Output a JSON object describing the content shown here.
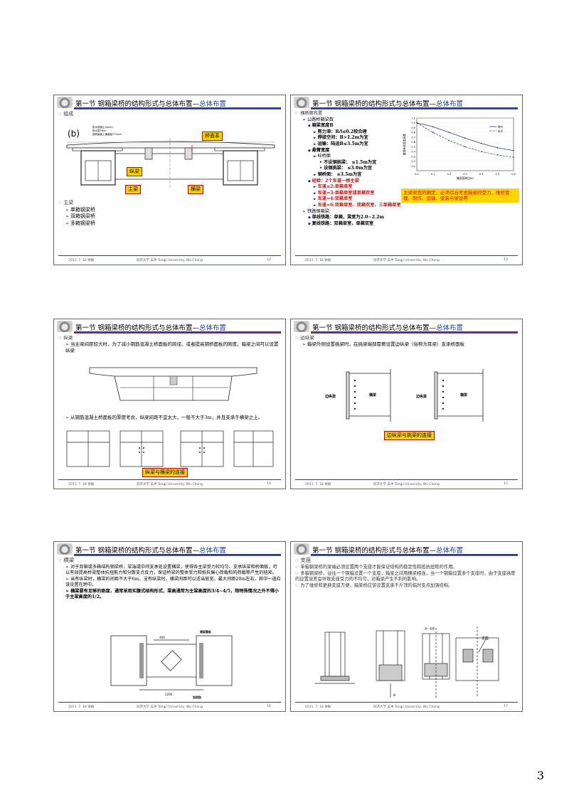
{
  "page_number": "3",
  "footer": {
    "date": "2011. 7. 18  徐振",
    "univ": "同济大学 吴冲 Tongji University, Wu Chong"
  },
  "header": {
    "title_black": "第一节  钢箱梁桥的结构形式与总体布置—",
    "title_blue": "总体布置"
  },
  "slides": [
    {
      "number": "12",
      "heading": "组成",
      "fig_label": "(b)",
      "fig_notes": [
        "防水混凝土40mm",
        "防水层5mm",
        "钢桥面板上铺装板370mm"
      ],
      "labels": {
        "deck": "桥面系",
        "stringer": "纵梁",
        "main": "主梁",
        "cross": "横梁"
      },
      "list_heading": "主梁",
      "list": [
        "单箱钢梁桥",
        "双箱钢梁桥",
        "多箱钢梁桥"
      ]
    },
    {
      "number": "13",
      "lines": {
        "l0": "横断面布置",
        "l1": "公路桥箱梁数",
        "l2": "箱梁宽度B",
        "l3a": "剪力滞：B/l≤0.2较合理",
        "l3b": "焊接空间：B>1.2m为宜",
        "l3c": "运输：陆运B≤3.5m为宜",
        "l2b": "悬臂宽度",
        "l3d": "砼桥面",
        "l4a": "不设钢挑梁：  ≤1.5m为宜",
        "l4b": "设钢挑梁：  ≤3.0m为宜",
        "l3e": "钢桥面：  ≤3.5m为宜",
        "l2c": "经验：2个车道一根主梁",
        "l3f": "车道≤2:单箱单室",
        "l3g": "车道=3:单箱单室或单箱双室",
        "l3h": "车道=4:双箱单室",
        "l3i": "车道=6:双箱单室、双箱双室、三单箱单室",
        "l1b": "铁路钢箱梁:",
        "l2d": "单线铁路：单箱，梁宽为2.0~2.2m",
        "l2e": "复线铁路：双箱单室，单箱双室"
      },
      "note": "主梁梁宽的确定，必须综合考虑箱梁的受力、维修管理、制作、运输、安装与架设等",
      "chart_data": {
        "type": "line",
        "title": "",
        "xlabel": "箱梁宽跨比B/l",
        "ylabel": "翼缘有效宽度系数",
        "x_ticks": [
          "0.0",
          "0.1",
          "0.2",
          "0.3",
          "0.4",
          "0.5",
          "0.6"
        ],
        "y_ticks": [
          "0.1",
          "0.2",
          "0.3",
          "0.4",
          "0.5",
          "0.6",
          "0.7",
          "0.8",
          "0.9",
          "1.0",
          "1.1"
        ],
        "xlim": [
          0,
          0.6
        ],
        "ylim": [
          0,
          1.1
        ],
        "series": [
          {
            "name": "跨中",
            "x": [
              0.0,
              0.1,
              0.2,
              0.3,
              0.4,
              0.5,
              0.6
            ],
            "values": [
              1.0,
              0.92,
              0.8,
              0.68,
              0.57,
              0.48,
              0.42
            ]
          },
          {
            "name": "支点",
            "x": [
              0.0,
              0.1,
              0.2,
              0.3,
              0.4,
              0.5,
              0.6
            ],
            "values": [
              1.0,
              0.8,
              0.63,
              0.5,
              0.4,
              0.33,
              0.28
            ]
          }
        ]
      }
    },
    {
      "number": "14",
      "heading": "纵梁",
      "p1": "当主梁间距较大时，为了减小钢筋混凝土桥面板的跨径、或者提高钢桥面板的刚度，箱梁之间可以设置纵梁",
      "p2": "从钢筋混凝土桥面板的厚度考虑，纵梁间距不宜太大，一般不大于3m，并且支承于横梁之上。",
      "caption": "纵梁与横梁的连接"
    },
    {
      "number": "15",
      "heading": "边纵梁",
      "p1": "箱梁外侧设置挑梁时，在挑梁端部需要设置边纵梁（俗称为耳梁）支承桥面板",
      "tag_a": "边纵梁",
      "tag_b": "横梁",
      "caption": "边纵梁与挑梁的连接"
    },
    {
      "number": "16",
      "heading": "横梁",
      "p1": "对于双箱或多箱结构钢梁桥，梁端或中间支承处设置横梁，使得各主梁受力较均匀、支承纵梁和桥面板，可以有效提高桥梁整体抗扭能力和分散支点反力，保证桥梁的整体受力和抵抗偏心荷载和风荷载等产生的扭矩。",
      "p2": "当有纵梁时，横梁的间距不大于6m，没有纵梁时，横梁间距可以适当放宽，最大间距20m左右，其中一道应该设置在跨中。",
      "p3": "横梁要有足够的刚度，通常采用实腹式结构形式，梁高通常为主梁高度的3/4~4/5，除特殊情况之外不得小于主梁高度的1/2。",
      "dims": [
        "400",
        "1200"
      ],
      "tags": [
        "横梁腹板",
        "加劲肋"
      ]
    },
    {
      "number": "17",
      "heading": "支座",
      "p1": "单箱钢梁桥的梁端必须设置两个支座才能保证结构的稳定性和抵抗扭矩的作用。",
      "p2": "多箱钢梁桥，往往一个钢箱设置一个支座，箱梁之间用横梁相连，当一个钢箱设置多个支座时，由于支座高度的设置误差会导致支座受力的不均匀，对箱梁产生不利的影响。",
      "p3": "为了维修和更换支座方便，箱梁桥应该设置支承千斤顶的临时支点加强结构。",
      "tags": [
        "支座",
        "B",
        "另一支座"
      ]
    }
  ]
}
